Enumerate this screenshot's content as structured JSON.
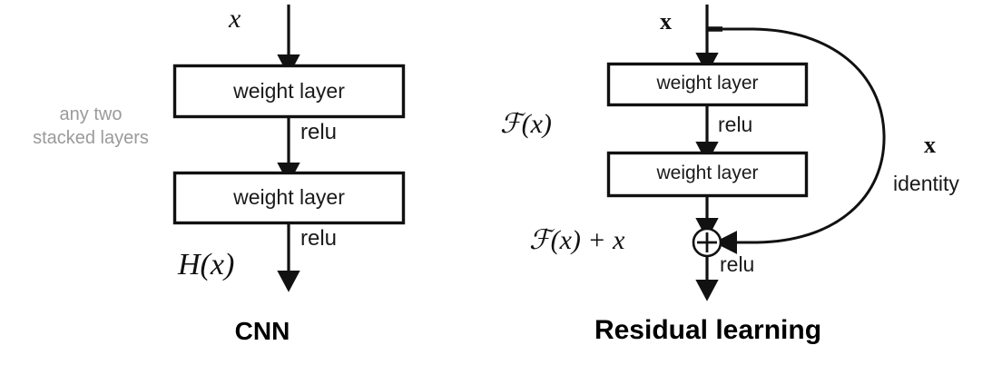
{
  "figure": {
    "background_color": "#ffffff",
    "stroke_color": "#111111",
    "note_color": "#9a9a9a"
  },
  "left_panel": {
    "caption": "CNN",
    "input_label": "x",
    "side_note_line1": "any two",
    "side_note_line2": "stacked layers",
    "blocks": [
      {
        "label": "weight layer"
      },
      {
        "label": "weight layer"
      }
    ],
    "activations": [
      {
        "label": "relu"
      },
      {
        "label": "relu"
      }
    ],
    "output_label": "H(x)"
  },
  "right_panel": {
    "caption": "Residual learning",
    "input_label": "x",
    "function_label": "ℱ(x)",
    "blocks": [
      {
        "label": "weight layer"
      },
      {
        "label": "weight layer"
      }
    ],
    "activations": [
      {
        "label": "relu"
      },
      {
        "label": "relu"
      }
    ],
    "sum_symbol": "+",
    "output_label": "ℱ(x) + x",
    "shortcut_label_x": "x",
    "shortcut_label_identity": "identity"
  }
}
